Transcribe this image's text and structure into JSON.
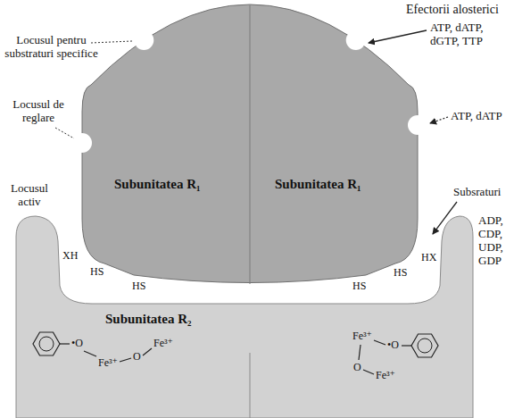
{
  "diagram": {
    "nodes": [
      {
        "text": [
          "Subunitatea R₁"
        ]
      },
      {
        "text": [
          "Subunitatea R₁"
        ]
      },
      {
        "text": [
          "Subunitatea R₂"
        ]
      }
    ],
    "labels": [
      "Locusul pentru substraturi specifice",
      "Efectorii alosterici",
      "ATP, dATP, dGTP, TTP",
      "Locusul de reglare",
      "ATP, dATP",
      "Locusul activ",
      "Subsraturi",
      "XH",
      "HS",
      "HS",
      "HS",
      "HS",
      "HX",
      "ADP, CDP, UDP, GDP",
      "•O",
      "Fe³⁺",
      "O",
      "Fe³⁺",
      "Fe³⁺",
      "•O",
      "O",
      "Fe³⁺"
    ]
  }
}
